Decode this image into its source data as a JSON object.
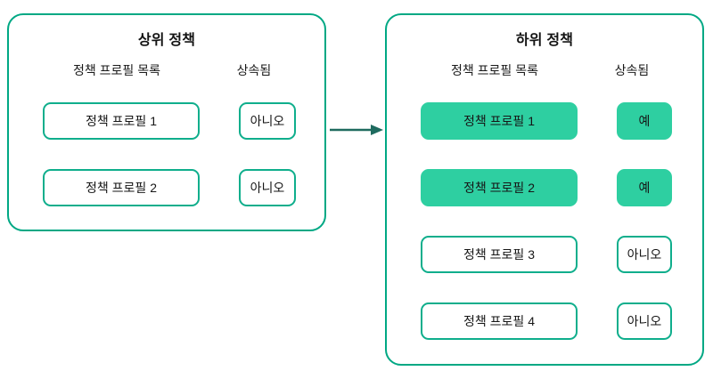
{
  "theme": {
    "accent_border": "#0fae8c",
    "accent_fill": "#2ecfa1",
    "panel_border": "#00a884",
    "arrow_color": "#1f6b5f",
    "text_color": "#161616",
    "background": "#ffffff"
  },
  "diagram": {
    "type": "policy-inheritance",
    "connector": {
      "name": "inheritance-arrow",
      "direction": "left-to-right",
      "from_panel": "parent-policy",
      "to_panel": "child-policy"
    },
    "panels": [
      {
        "id": "parent-policy",
        "title": "상위 정책",
        "columns": {
          "profiles": "정책 프로필 목록",
          "inherited": "상속됨"
        },
        "rows": [
          {
            "profile": "정책 프로필 1",
            "inherited": "아니오",
            "highlighted": false
          },
          {
            "profile": "정책 프로필 2",
            "inherited": "아니오",
            "highlighted": false
          }
        ]
      },
      {
        "id": "child-policy",
        "title": "하위 정책",
        "columns": {
          "profiles": "정책 프로필 목록",
          "inherited": "상속됨"
        },
        "rows": [
          {
            "profile": "정책 프로필 1",
            "inherited": "예",
            "highlighted": true
          },
          {
            "profile": "정책 프로필 2",
            "inherited": "예",
            "highlighted": true
          },
          {
            "profile": "정책 프로필 3",
            "inherited": "아니오",
            "highlighted": false
          },
          {
            "profile": "정책 프로필 4",
            "inherited": "아니오",
            "highlighted": false
          }
        ]
      }
    ]
  }
}
